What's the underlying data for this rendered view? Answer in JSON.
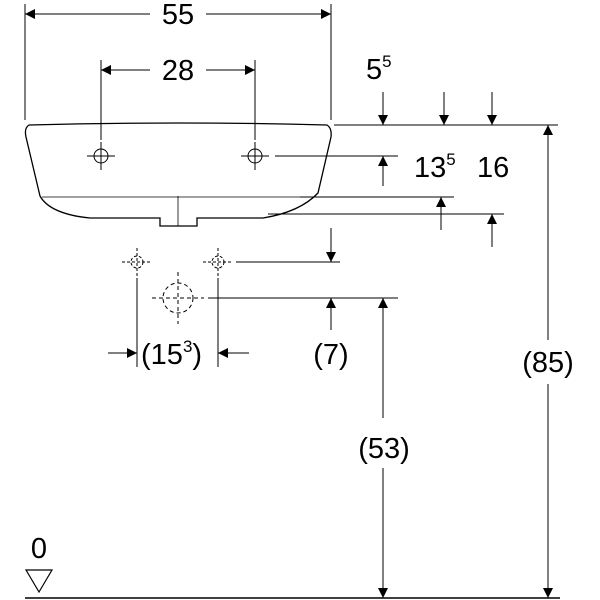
{
  "dimensions": {
    "overall_width": "55",
    "tap_hole_spacing": "28",
    "top_offset": {
      "base": "5",
      "sup": "5"
    },
    "tap_hole_depth": {
      "base": "13",
      "sup": "5"
    },
    "rim_height": "16",
    "supply_spacing": {
      "open": "(",
      "base": "15",
      "sup": "3",
      "close": ")"
    },
    "supply_offset": "(7)",
    "waste_height": "(53)",
    "rim_height_from_floor": "(85)",
    "floor_level": "0"
  }
}
